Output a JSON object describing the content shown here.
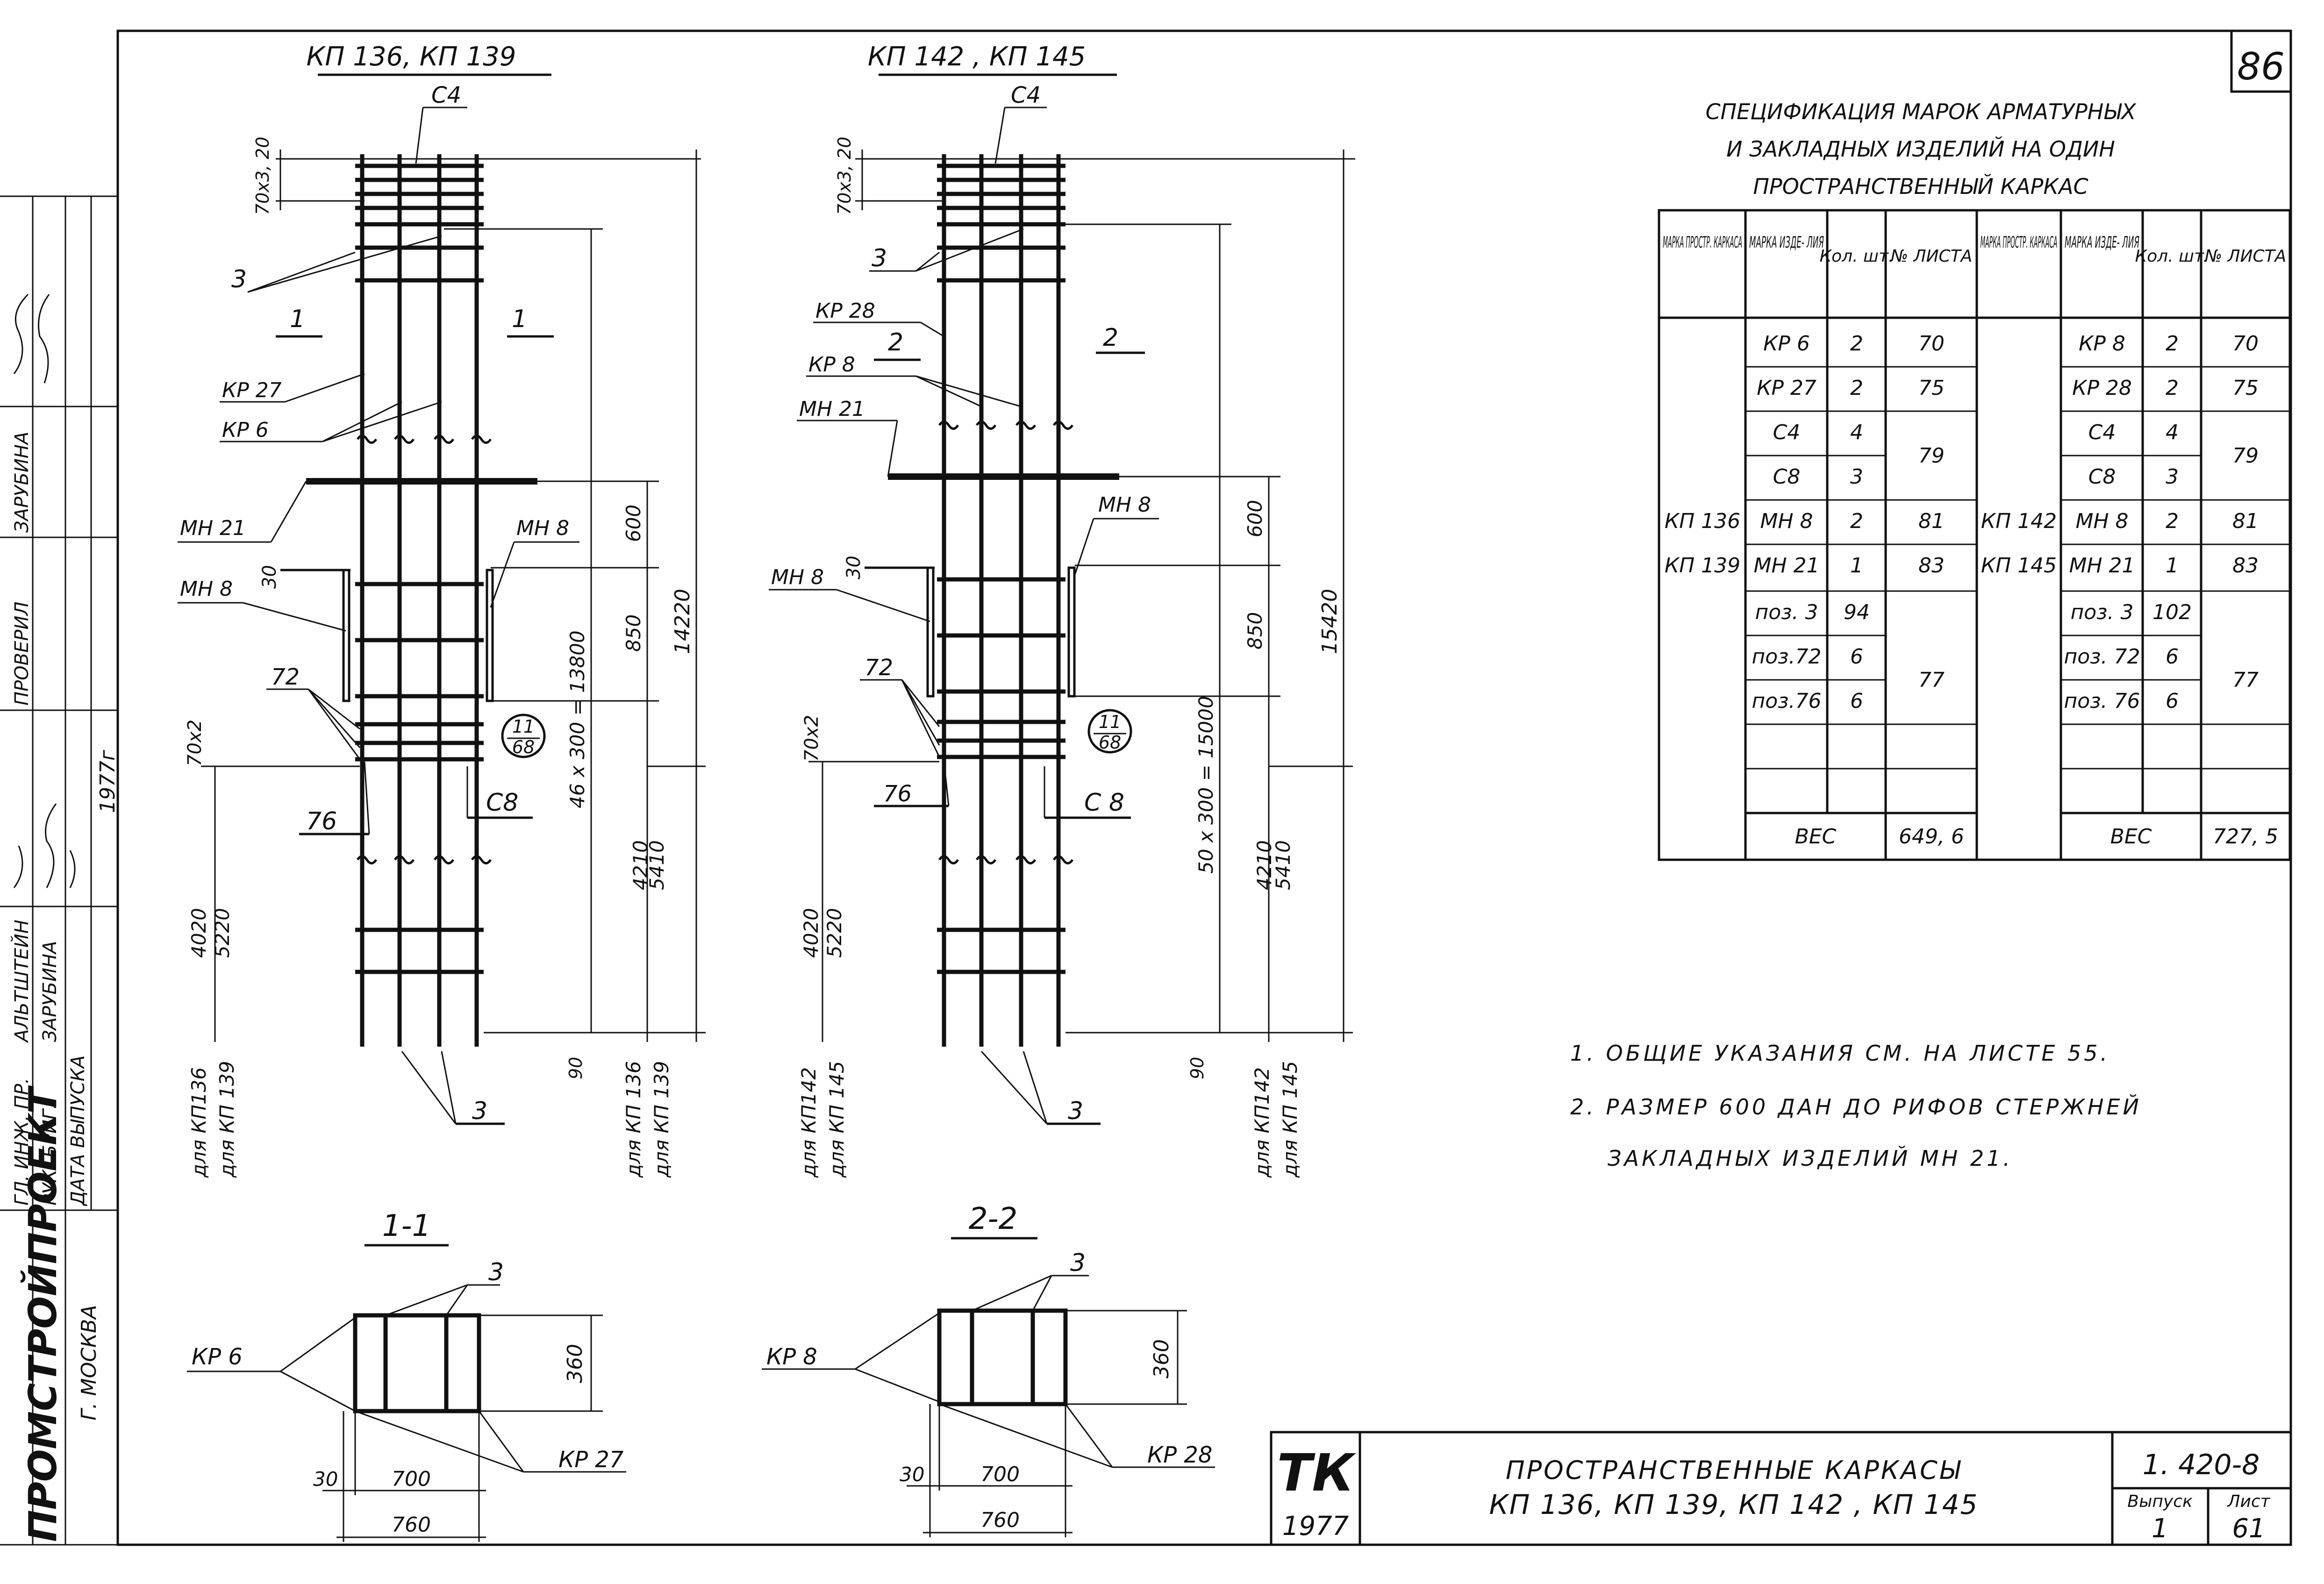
{
  "sheet": {
    "number": "86",
    "bottom_note": ""
  },
  "elevation1": {
    "title": "КП 136, КП 139",
    "c4": "С4",
    "dim_top": "70x3, 20",
    "pos3": "3",
    "sect_left": "1",
    "sect_right": "1",
    "kr27": "КР 27",
    "kr6": "КР 6",
    "mh21": "МН 21",
    "mh8_right": "МН 8",
    "mh8_left": "МН 8",
    "dim30": "30",
    "dim600": "600",
    "dim850": "850",
    "dim14220": "14220",
    "p72": "72",
    "dim70x2": "70x2",
    "node_num": "11",
    "node_den": "68",
    "p76": "76",
    "c8": "С8",
    "dim_col": "46 x 300 = 13800",
    "dim4020": "4020",
    "dim5220": "5220",
    "dim4210": "4210",
    "dim5410": "5410",
    "dim90": "90",
    "pos3_bottom": "3",
    "for_a": "для КП136",
    "for_b": "для КП 139",
    "for_c": "для КП 136",
    "for_d": "для КП 139"
  },
  "elevation2": {
    "title": "КП 142 , КП 145",
    "c4": "С4",
    "dim_top": "70x3, 20",
    "pos3": "3",
    "kr28": "КР 28",
    "sect_left": "2",
    "sect_right": "2",
    "kr8": "КР 8",
    "mh21": "МН 21",
    "mh8_right": "МН 8",
    "mh8_left": "МН 8",
    "dim30": "30",
    "dim600": "600",
    "dim850": "850",
    "dim15420": "15420",
    "p72": "72",
    "dim70x2": "70x2",
    "node_num": "11",
    "node_den": "68",
    "p76": "76",
    "c8": "С 8",
    "dim_col": "50 x 300 = 15000",
    "dim4020": "4020",
    "dim5220": "5220",
    "dim4210": "4210",
    "dim5410": "5410",
    "dim90": "90",
    "pos3_bottom": "3",
    "for_a": "для КП142",
    "for_b": "для КП 145",
    "for_c": "для КП142",
    "for_d": "для КП 145"
  },
  "section1": {
    "title": "1-1",
    "p3": "3",
    "kr6": "КР 6",
    "kr27": "КР 27",
    "d360": "360",
    "d30": "30",
    "d700": "700",
    "d760": "760"
  },
  "section2": {
    "title": "2-2",
    "p3": "3",
    "kr8": "КР 8",
    "kr28": "КР 28",
    "d360": "360",
    "d30": "30",
    "d700": "700",
    "d760": "760"
  },
  "spec": {
    "title_lines": [
      "СПЕЦИФИКАЦИЯ МАРОК АРМАТУРНЫХ",
      "И ЗАКЛАДНЫХ ИЗДЕЛИЙ НА ОДИН",
      "ПРОСТРАНСТВЕННЫЙ КАРКАС"
    ],
    "header": [
      "МАРКА ПРОСТР. КАРКАСА",
      "МАРКА ИЗДЕ- ЛИЯ",
      "Кол. шт.",
      "№ ЛИСТА"
    ],
    "left": {
      "frame": [
        "КП 136",
        "КП 139"
      ],
      "items": [
        "КР 6",
        "КР 27",
        "С4",
        "С8",
        "МН 8",
        "МН 21",
        "поз. 3",
        "поз.72",
        "поз.76"
      ],
      "qty": [
        "2",
        "2",
        "4",
        "3",
        "2",
        "1",
        "94",
        "6",
        "6"
      ],
      "sheets": [
        "70",
        "75",
        "79",
        "81",
        "83",
        "77"
      ],
      "weight_label": "ВЕС",
      "weight": "649, 6"
    },
    "right": {
      "frame": [
        "КП 142",
        "КП 145"
      ],
      "items": [
        "КР 8",
        "КР 28",
        "С4",
        "С8",
        "МН 8",
        "МН 21",
        "поз. 3",
        "поз. 72",
        "поз. 76"
      ],
      "qty": [
        "2",
        "2",
        "4",
        "3",
        "2",
        "1",
        "102",
        "6",
        "6"
      ],
      "sheets": [
        "70",
        "75",
        "79",
        "81",
        "83",
        "77"
      ],
      "weight_label": "ВЕС",
      "weight": "727, 5"
    }
  },
  "notes": [
    "1. ОБЩИЕ УКАЗАНИЯ СМ. НА ЛИСТЕ 55.",
    "2. РАЗМЕР 600 ДАН ДО РИФОВ СТЕРЖНЕЙ",
    "ЗАКЛАДНЫХ ИЗДЕЛИЙ МН 21."
  ],
  "titleblock": {
    "tk": "ТК",
    "year": "1977",
    "name1": "ПРОСТРАНСТВЕННЫЕ КАРКАСЫ",
    "name2": "КП 136, КП 139, КП 142 , КП 145",
    "series": "1. 420-8",
    "issue_label": "Выпуск",
    "issue": "1",
    "sheet_label": "Лист",
    "sheet": "61"
  },
  "stamp": {
    "org": "ПРОМСТРОЙПРОЕКТ",
    "city": "Г. МОСКВА",
    "roles": [
      "ГЛ. ИНЖ. ПР.",
      "РУК. БРИГ.",
      "ДАТА ВЫПУСКА",
      "ПРОВЕРИЛ"
    ],
    "names": [
      "АЛЬТШТЕЙН",
      "ЗАРУБИНА",
      "ЗАРУБИНА"
    ],
    "date": "1977г"
  }
}
